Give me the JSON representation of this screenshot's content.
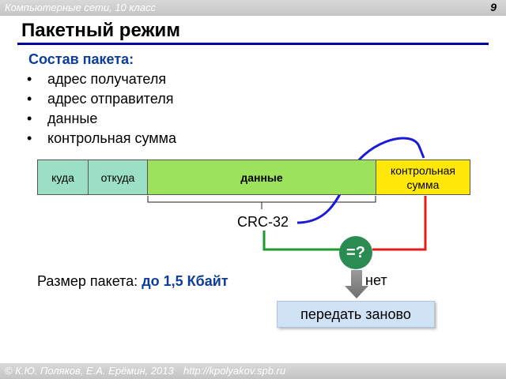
{
  "header": {
    "course": "Компьютерные сети, 10 класс",
    "page_number": "9"
  },
  "title": "Пакетный режим",
  "packet": {
    "heading": "Состав пакета:",
    "items": [
      "адрес получателя",
      "адрес отправителя",
      "данные",
      "контрольная сумма"
    ]
  },
  "diagram": {
    "fields": [
      "куда",
      "откуда",
      "данные",
      "контрольная сумма"
    ],
    "checksum_label": "CRC-32",
    "compare_label": "=?",
    "no_label": "нет",
    "action_label": "передать заново"
  },
  "size": {
    "label": "Размер пакета:",
    "value": "до 1,5 Кбайт"
  },
  "footer": {
    "authors": "© К.Ю. Поляков, Е.А. Ерёмин, 2013",
    "url": "http://kpolyakov.spb.ru"
  },
  "colors": {
    "title_rule": "#0000a0",
    "heading": "#0d3d99",
    "check_circle": "#2a8c52",
    "data_field": "#9ce25a",
    "address_fields": "#9be0c4",
    "checksum_field": "#ffe70a"
  }
}
